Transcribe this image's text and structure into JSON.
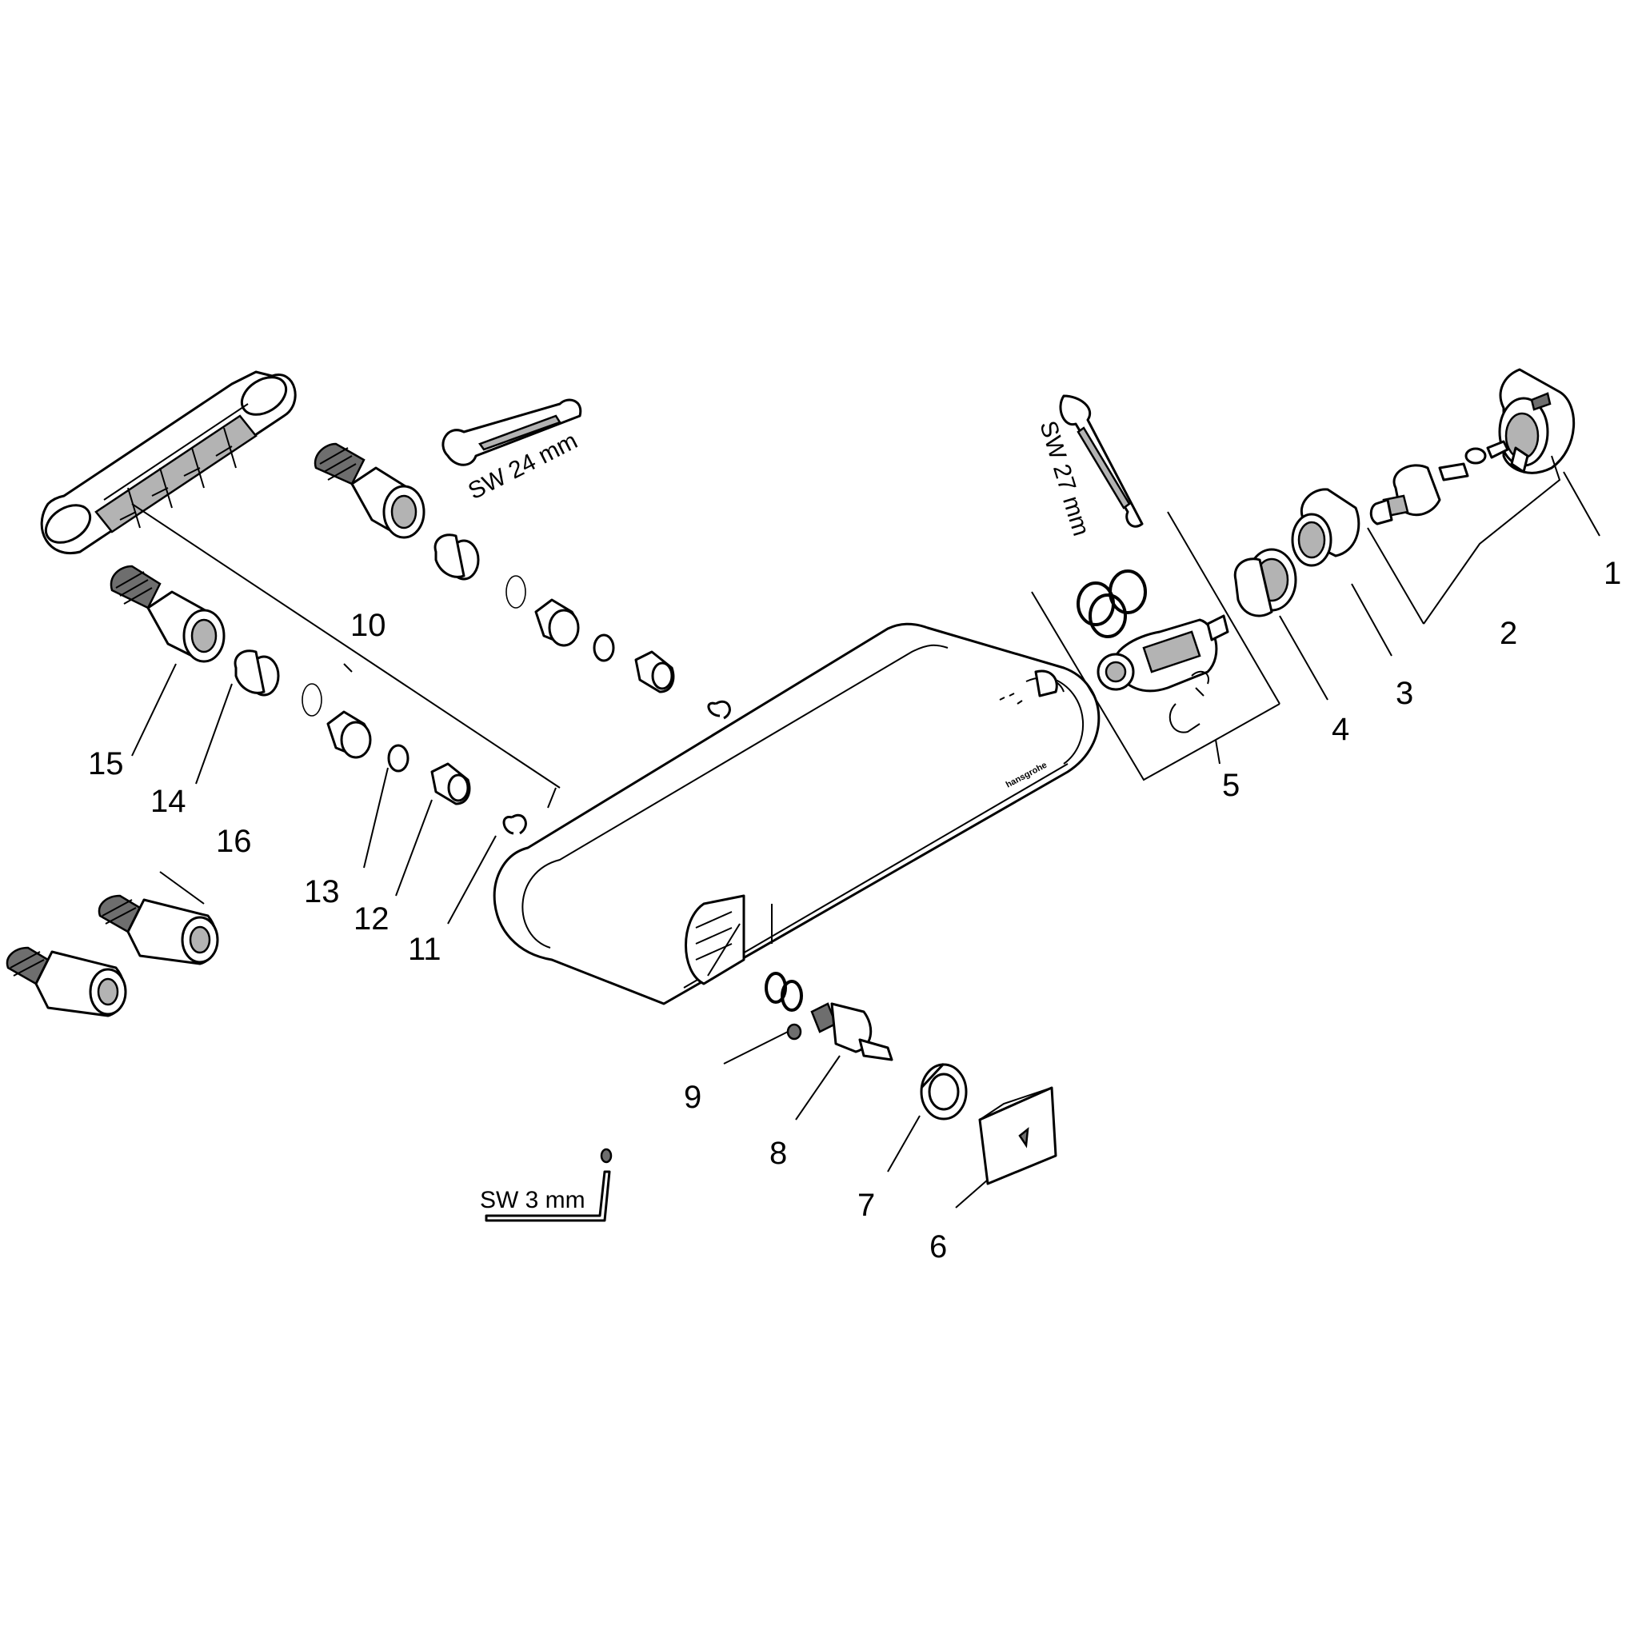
{
  "diagram": {
    "callouts": [
      "1",
      "2",
      "3",
      "4",
      "5",
      "6",
      "7",
      "8",
      "9",
      "10",
      "11",
      "12",
      "13",
      "14",
      "15",
      "16"
    ],
    "tools": {
      "wrench_24": "SW 24 mm",
      "wrench_27": "SW 27 mm",
      "hex_key": "SW 3 mm"
    },
    "brand_mark": "hansgrohe",
    "colors": {
      "line": "#000000",
      "shade": "#b3b3b3",
      "dark": "#6e6e6e",
      "background": "#ffffff"
    }
  }
}
